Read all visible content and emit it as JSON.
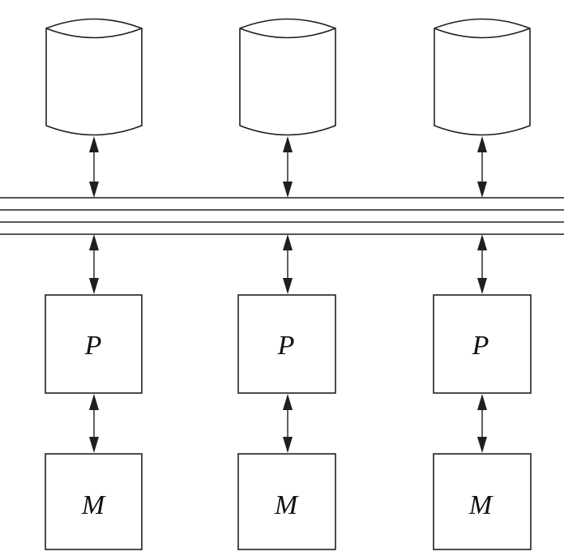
{
  "diagram": {
    "columns": [
      {
        "processor_label": "P",
        "memory_label": "M"
      },
      {
        "processor_label": "P",
        "memory_label": "M"
      },
      {
        "processor_label": "P",
        "memory_label": "M"
      }
    ]
  },
  "colors": {
    "stroke": "#1f1f1f",
    "background": "#ffffff"
  }
}
